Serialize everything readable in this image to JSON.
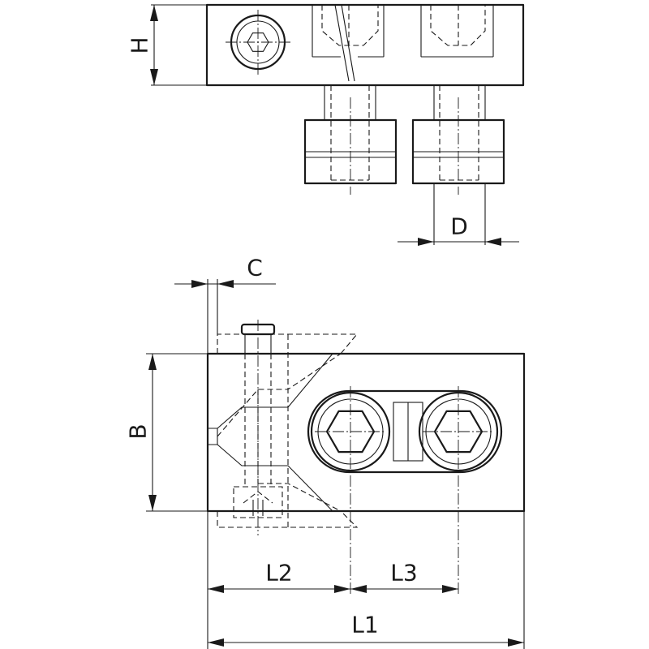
{
  "dimensions": {
    "height": "H",
    "diameter": "D",
    "clearance": "C",
    "width": "B",
    "offset_1": "L2",
    "offset_2": "L3",
    "length": "L1"
  }
}
